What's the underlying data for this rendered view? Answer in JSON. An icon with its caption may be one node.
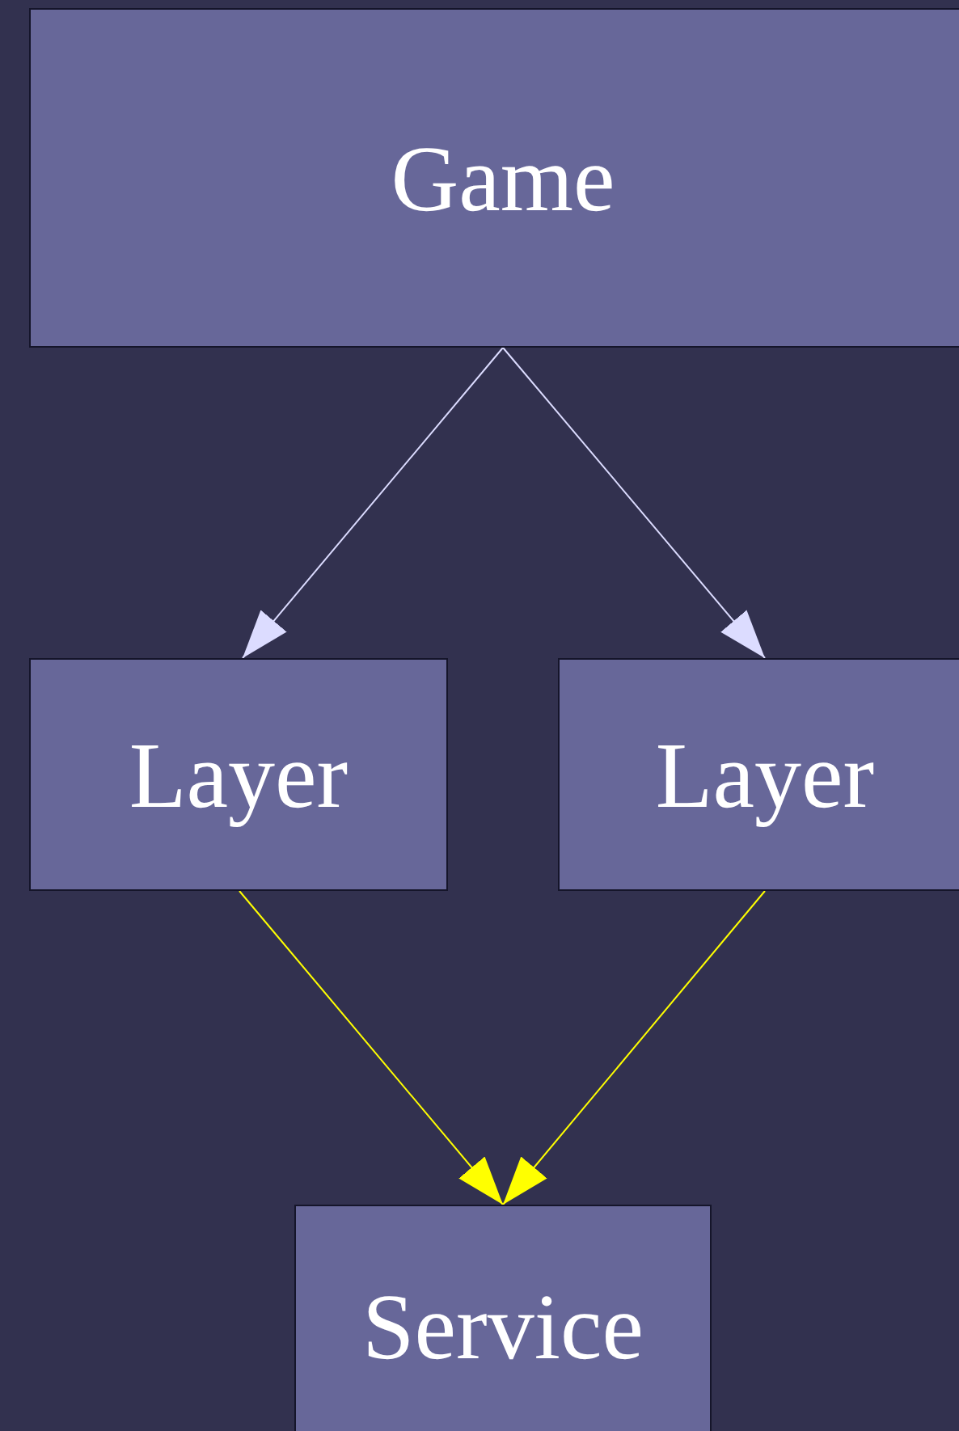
{
  "diagram": {
    "nodes": [
      {
        "text": [
          "Game"
        ]
      },
      {
        "text": [
          "Layer"
        ]
      },
      {
        "text": [
          "Layer"
        ]
      },
      {
        "text": [
          "Service"
        ]
      }
    ],
    "edges": [
      {
        "from": 0,
        "to": 1,
        "arrow": "to",
        "color": "#dcdcff"
      },
      {
        "from": 0,
        "to": 2,
        "arrow": "to",
        "color": "#dcdcff"
      },
      {
        "from": 1,
        "to": 3,
        "arrow": "to",
        "color": "#ffff00"
      },
      {
        "from": 2,
        "to": 3,
        "arrow": "to",
        "color": "#ffff00"
      }
    ]
  }
}
